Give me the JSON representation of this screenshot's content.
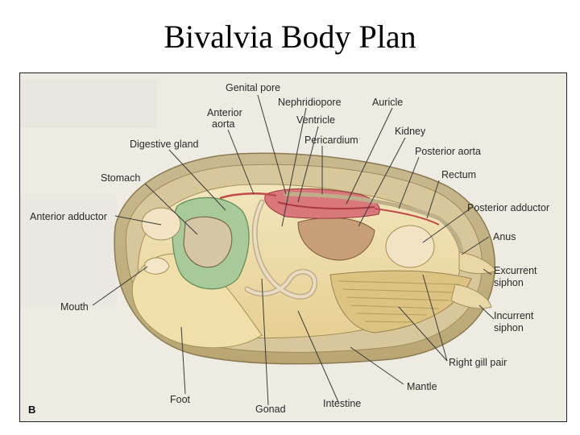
{
  "title": "Bivalvia Body Plan",
  "figure_letter": "B",
  "labels": {
    "genital_pore": "Genital pore",
    "anterior_aorta": [
      "Anterior",
      "aorta"
    ],
    "nephridiopore": "Nephridiopore",
    "auricle": "Auricle",
    "ventricle": "Ventricle",
    "kidney": "Kidney",
    "pericardium": "Pericardium",
    "digestive_gland": "Digestive gland",
    "posterior_aorta": "Posterior aorta",
    "stomach": "Stomach",
    "rectum": "Rectum",
    "anterior_adductor": "Anterior adductor",
    "posterior_adductor": "Posterior adductor",
    "anus": "Anus",
    "excurrent_siphon": [
      "Excurrent",
      "siphon"
    ],
    "mouth": "Mouth",
    "incurrent_siphon": [
      "Incurrent",
      "siphon"
    ],
    "right_gill_pair": "Right gill pair",
    "mantle": "Mantle",
    "foot": "Foot",
    "gonad": "Gonad",
    "intestine": "Intestine"
  }
}
